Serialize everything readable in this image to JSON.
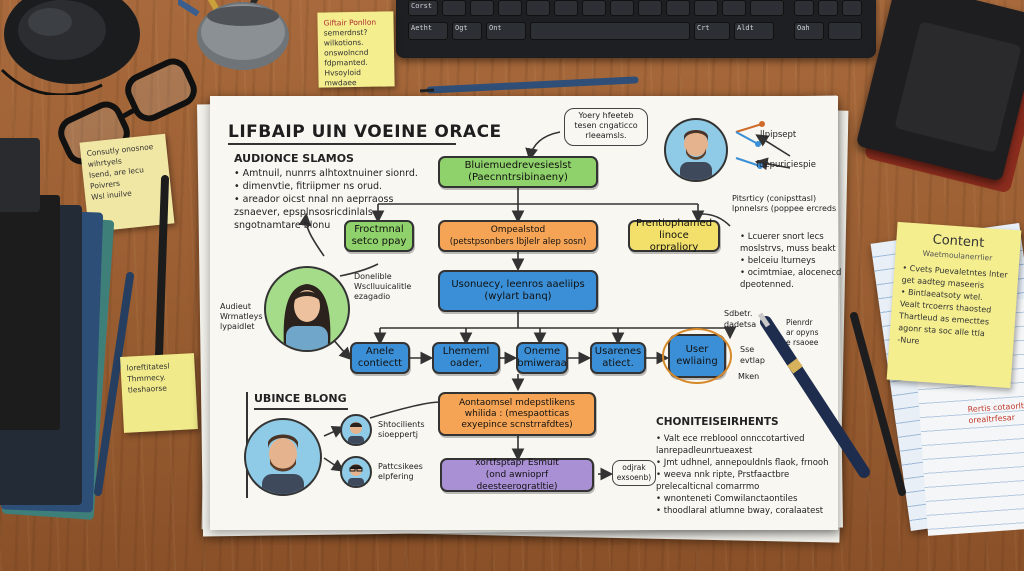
{
  "title": "LIFBAIP UIN VOEINE ORACE",
  "audience_heading": "AUDIONCE SLAMOS",
  "audience_bullets": [
    "• Amtnuil, nunrrs alhtoxtnuiner sionrd.",
    "• dimenvtie, fitriipmer ns orud.",
    "• areador oicst nnal nn aeprraoss",
    "zsnaever, epsplnsosricdinlals",
    "sngotnamtare blonu"
  ],
  "top_note": [
    "Yoery hfeeteb",
    "tesen cngaticco",
    "rleeamsls."
  ],
  "top_right_labels": [
    "llpipsept",
    "fuepuriciespie"
  ],
  "top_box": [
    "Bluiemuedrevesieslst",
    "(Paecnntrsibinaeny)"
  ],
  "row2_left": [
    "Froctmnal",
    "setco ppay"
  ],
  "row2_mid": [
    "Ompealstod",
    "(petstpsonbers lbjlelr alep sosn)"
  ],
  "row2_right": [
    "Prentiophamed",
    "linoce orpraliory"
  ],
  "row2_note": [
    "Pitsrticy (conipsttasl)",
    "lpnnelsrs (poppee ercreds"
  ],
  "right_bullets": [
    "• Lcuerer snort lecs",
    "moslstrvs, muss beakt",
    "• belceiu lturneys",
    "• ocimtmiae, alocenecd",
    "dpeotenned."
  ],
  "persona_note": [
    "Donelible",
    "Wsclluuicalitle",
    "ezagadio"
  ],
  "audient_label": [
    "Audieut",
    "Wrmatleys",
    "lypaidlet"
  ],
  "row3_box": [
    "Usonuecy, leenros aaeliips",
    "(wylart banq)"
  ],
  "small_boxes": [
    [
      "Anele",
      "contiectt"
    ],
    [
      "Lhememl",
      "oader,"
    ],
    [
      "Oneme",
      "bmiweraa"
    ],
    [
      "Usarenes",
      "atiect."
    ],
    [
      "User",
      "ewliaing"
    ]
  ],
  "user_notes": [
    "Sdbetr.",
    "dadetsa",
    "Sse",
    "evtlap",
    "Mken"
  ],
  "audience_blong": "UBINCE BLONG",
  "orange_box": [
    "Aontaomsel mdepstlikens",
    "whilida : (mespaotticas",
    "exyepince scnstrrafdtes)"
  ],
  "purple_box": [
    "xortfsptapr Esmult",
    "(ond awnioprf deesteerogratltie)"
  ],
  "side_note": [
    "odjrak",
    "exsoenb)"
  ],
  "people_notes": [
    [
      "Shtocilients",
      "sioeppertj"
    ],
    [
      "Pattcsikees",
      "elpfering"
    ]
  ],
  "content_heading": "CHONITEISEIRHENTS",
  "content_bullets": [
    "• Valt ece rrebloool onnccotartived",
    "lanrepadleunrtueaxest",
    "• Jmt udhnel, annepouldnls flaok, frnooh",
    "• weeva nnk ripte, Prstfaactbre",
    "prelecalticnal comarrmo",
    "• wnonteneti Comwilanctaontiles",
    "• thoodlaral atlumne bway, coralaatest"
  ],
  "pen_note": [
    "Pienrdr",
    "ar opyns",
    "e rsaoee"
  ],
  "sticky_top": [
    "Giftair Ponllon",
    "semerdnst?",
    "wilkotions.",
    "onswolncnd",
    "fdpmanted.",
    "Hvsoyloid mwdaee"
  ],
  "sticky_left": [
    "Consutly onosnoe",
    "wihrtyels",
    "Isend, are lecu",
    "Poivrers",
    "Wsl inuilve"
  ],
  "sticky_left2": [
    "loreftitatesl",
    "Thmmecy.",
    "tleshaorse"
  ],
  "sticky_content": {
    "title": "Content",
    "sub": "Waetmoulanerrlier",
    "lines": [
      "• Cvets Puevaletntes lnter",
      "get aadteg maseeris",
      "• Bintlaeatsoty wtel.",
      "Vealt trcoerrs thaosted",
      "Thartleud as emecttes",
      "agonr sta soc alle ttla",
      "-Nure"
    ]
  },
  "notebook_note": [
    "Rertis cotaorlta",
    "orealtrfesar"
  ],
  "keyboard_keys": [
    "Corst",
    "Aetht",
    "Ogt",
    "Ont",
    "Crt",
    "Aldt",
    "Oah"
  ],
  "colors": {
    "green": "#8fd16a",
    "orange": "#f5a455",
    "yellow": "#f2e06a",
    "blue": "#3b8fd6",
    "purple": "#a98fd4",
    "sticky": "#f4ee8e"
  }
}
